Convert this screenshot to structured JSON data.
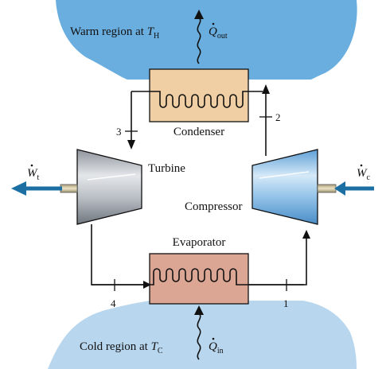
{
  "warm_region": {
    "label": "Warm region at ",
    "symbol": "T",
    "subscript": "H",
    "color": "#6aaee0"
  },
  "cold_region": {
    "label": "Cold region at ",
    "symbol": "T",
    "subscript": "C",
    "color": "#b8d6ee"
  },
  "heat_out": {
    "symbol": "Q",
    "subscript": "out"
  },
  "heat_in": {
    "symbol": "Q",
    "subscript": "in"
  },
  "condenser": {
    "label": "Condenser",
    "color": "#f0cfa5"
  },
  "evaporator": {
    "label": "Evaporator",
    "color": "#dca695"
  },
  "turbine": {
    "label": "Turbine",
    "work_symbol": "W",
    "work_subscript": "t"
  },
  "compressor": {
    "label": "Compressor",
    "work_symbol": "W",
    "work_subscript": "c"
  },
  "states": {
    "s1": "1",
    "s2": "2",
    "s3": "3",
    "s4": "4"
  },
  "colors": {
    "work_arrow": "#1c6fa3",
    "shaft": "#c9bd99"
  }
}
